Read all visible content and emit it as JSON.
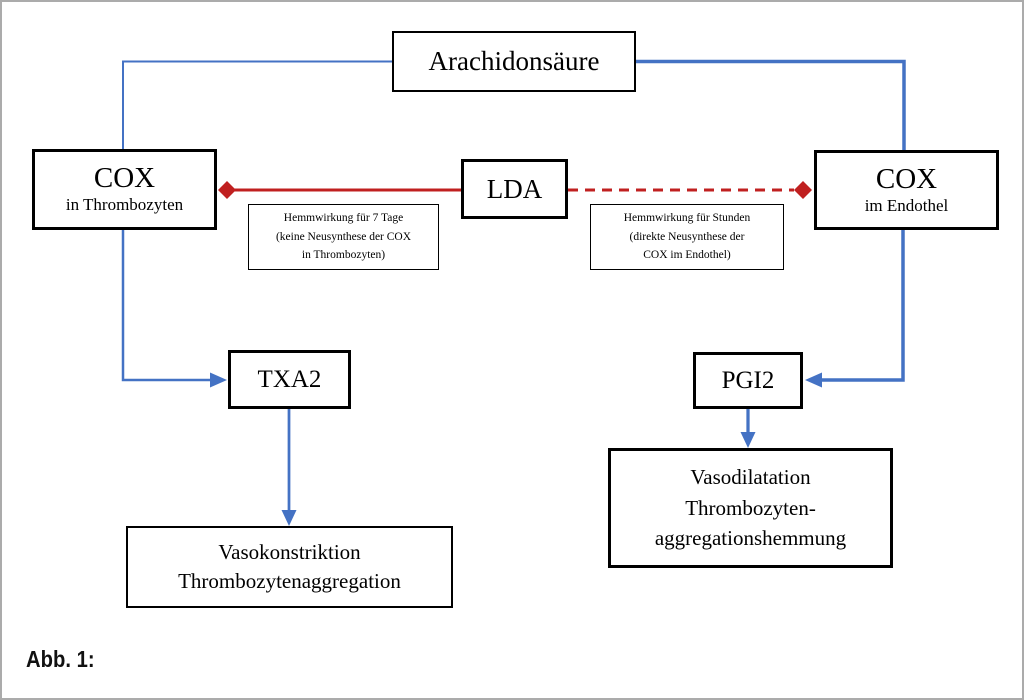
{
  "page": {
    "background": "#FFFFFF",
    "border_color": "#ABABAB"
  },
  "diagram": {
    "colors": {
      "flow_blue": "#4472C4",
      "inhibit_red": "#C02020",
      "box_border": "#000000"
    },
    "nodes": {
      "arachidonsaeure": {
        "label": "Arachidonsäure"
      },
      "cox_thrombozyten": {
        "title": "COX",
        "subtitle": "in Thrombozyten"
      },
      "lda": {
        "label": "LDA"
      },
      "cox_endothel": {
        "title": "COX",
        "subtitle": "im Endothel"
      },
      "note_left": {
        "lines": [
          "Hemmwirkung für 7 Tage",
          "(keine Neusynthese der COX",
          "in Thrombozyten)"
        ]
      },
      "note_right": {
        "lines": [
          "Hemmwirkung für Stunden",
          "(direkte Neusynthese der",
          "COX im Endothel)"
        ]
      },
      "txa2": {
        "label": "TXA2"
      },
      "pgi2": {
        "label": "PGI2"
      },
      "vasokonstriktion": {
        "lines": [
          "Vasokonstriktion",
          "Thrombozytenaggregation"
        ]
      },
      "vasodilatation": {
        "lines": [
          "Vasodilatation",
          "Thrombozyten-",
          "aggregationshemmung"
        ]
      }
    },
    "caption": "Abb. 1:"
  }
}
